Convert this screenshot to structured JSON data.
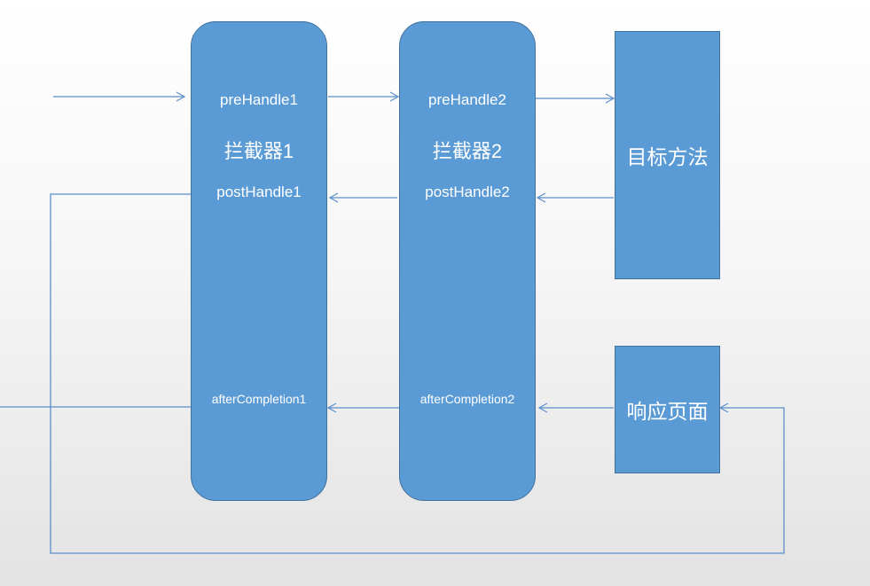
{
  "colors": {
    "box_fill": "#5b9bd5",
    "box_border": "#41719c",
    "line": "#5b8fcc",
    "text": "#ffffff"
  },
  "interceptor1": {
    "pre": "preHandle1",
    "name": "拦截器1",
    "post": "postHandle1",
    "after": "afterCompletion1"
  },
  "interceptor2": {
    "pre": "preHandle2",
    "name": "拦截器2",
    "post": "postHandle2",
    "after": "afterCompletion2"
  },
  "target": {
    "label": "目标方法"
  },
  "response": {
    "label": "响应页面"
  }
}
